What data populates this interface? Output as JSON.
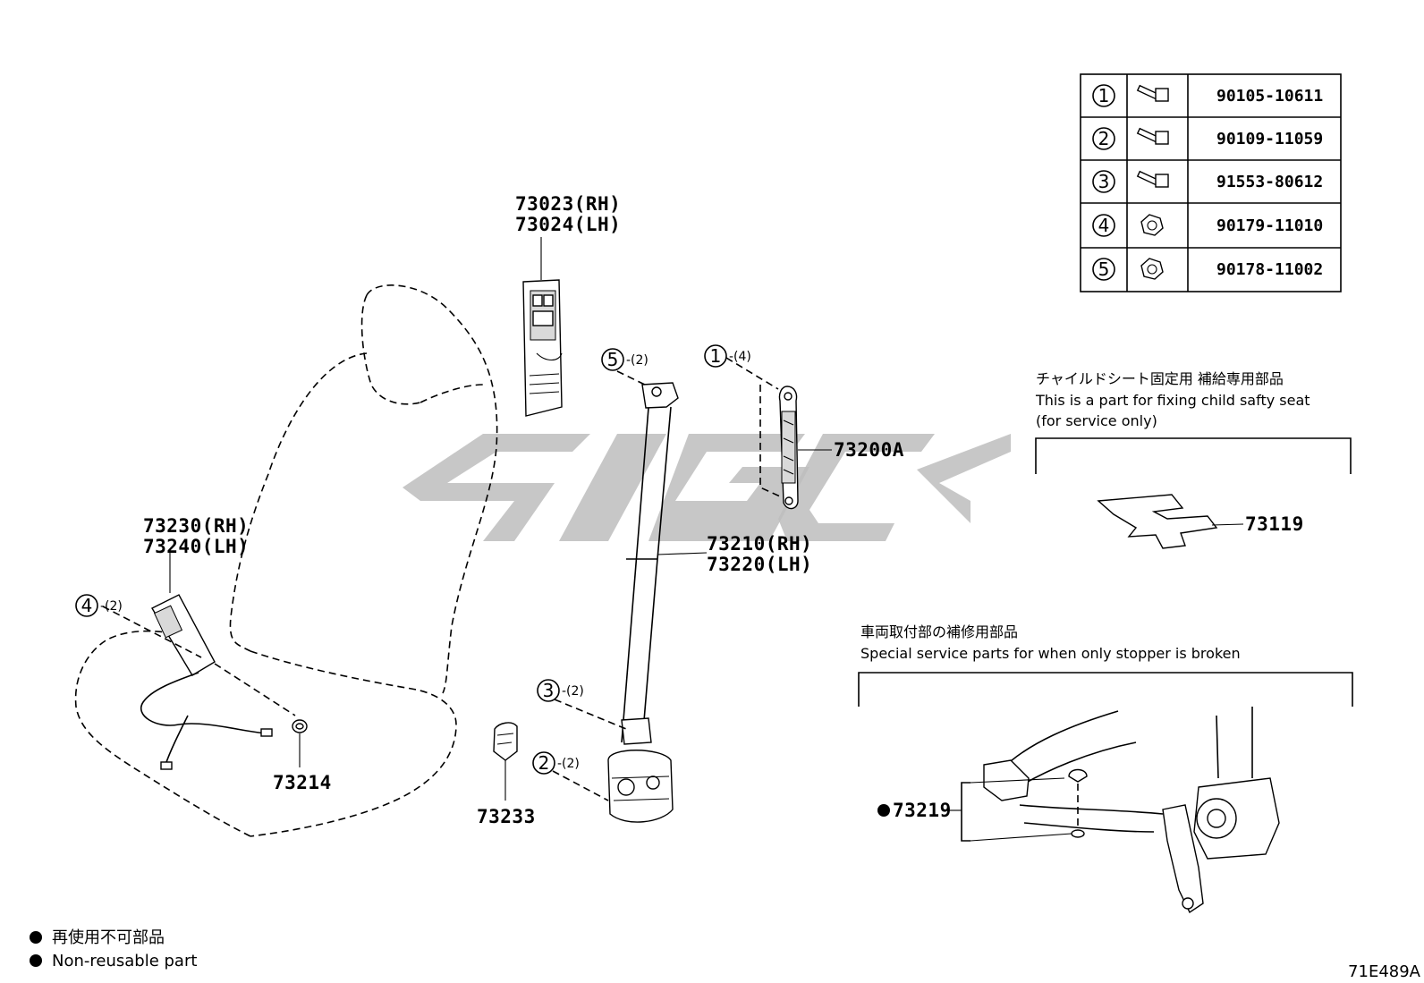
{
  "parts": {
    "p73023": "73023(RH)",
    "p73024": "73024(LH)",
    "p73230": "73230(RH)",
    "p73240": "73240(LH)",
    "p73214": "73214",
    "p73233": "73233",
    "p73210": "73210(RH)",
    "p73220": "73220(LH)",
    "p73200a": "73200A",
    "p73119": "73119",
    "p73219": "73219"
  },
  "fasteners": {
    "f1": {
      "num": "1",
      "qty": "-(4)"
    },
    "f2": {
      "num": "2",
      "qty": "-(2)"
    },
    "f3": {
      "num": "3",
      "qty": "-(2)"
    },
    "f4": {
      "num": "4",
      "qty": "-(2)"
    },
    "f5": {
      "num": "5",
      "qty": "-(2)"
    }
  },
  "fastener_table": [
    {
      "num": "1",
      "part": "90105-10611",
      "icon": "bolt-icon"
    },
    {
      "num": "2",
      "part": "90109-11059",
      "icon": "bolt-icon"
    },
    {
      "num": "3",
      "part": "91553-80612",
      "icon": "bolt-icon"
    },
    {
      "num": "4",
      "part": "90179-11010",
      "icon": "nut-icon"
    },
    {
      "num": "5",
      "part": "90178-11002",
      "icon": "nut-icon"
    }
  ],
  "notes": {
    "child_seat_jp": "チャイルドシート固定用 補給専用部品",
    "child_seat_en1": "This is a part for fixing child safty seat",
    "child_seat_en2": "(for service only)",
    "stopper_jp": "車両取付部の補修用部品",
    "stopper_en": "Special service parts for when only stopper is broken"
  },
  "legend": {
    "jp": "再使用不可部品",
    "en": "Non-reusable part"
  },
  "diagram_code": "71E489A"
}
